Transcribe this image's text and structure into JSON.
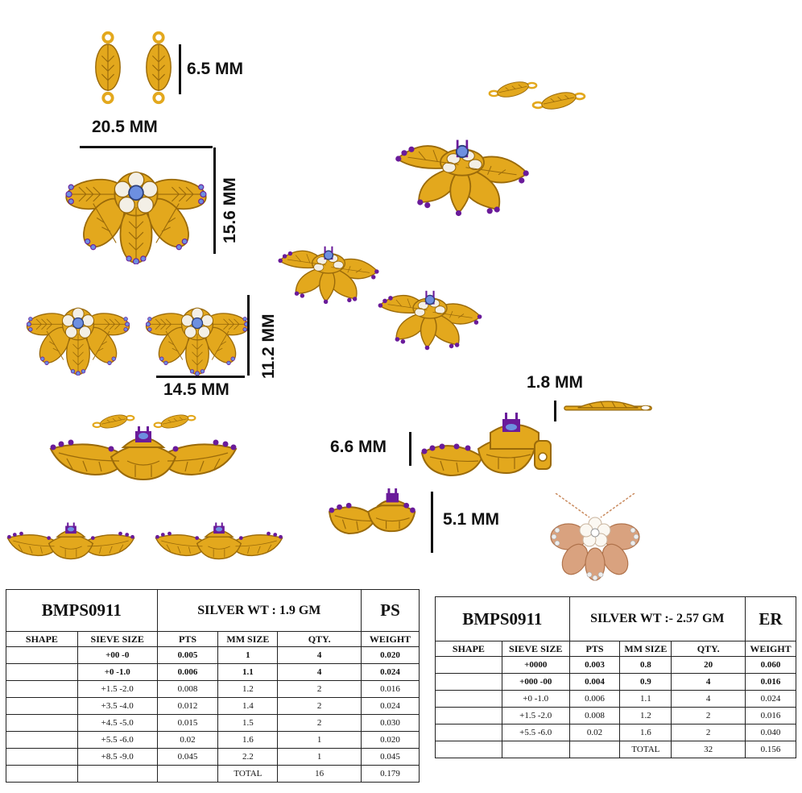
{
  "dimensions": {
    "d65": "6.5 MM",
    "d205": "20.5 MM",
    "d156": "15.6 MM",
    "d112": "11.2 MM",
    "d145": "14.5 MM",
    "d18": "1.8 MM",
    "d66": "6.6 MM",
    "d51": "5.1 MM"
  },
  "colors": {
    "gold": "#e3a81d",
    "gold_dark": "#9a6a0a",
    "purple": "#6a1b9a",
    "blue": "#6d8fe0",
    "pearl": "#f3efe6",
    "rose": "#d9a27f",
    "code_green": "#1e9b4a",
    "red": "#e01b1b"
  },
  "table_ps": {
    "code": "BMPS0911",
    "silver": "SILVER WT : 1.9 GM",
    "type": "PS",
    "headers": [
      "SHAPE",
      "SIEVE SIZE",
      "PTS",
      "MM SIZE",
      "QTY.",
      "WEIGHT"
    ],
    "rows": [
      [
        "",
        "+00 -0",
        "0.005",
        "1",
        "4",
        "0.020"
      ],
      [
        "",
        "+0 -1.0",
        "0.006",
        "1.1",
        "4",
        "0.024"
      ],
      [
        "",
        "+1.5 -2.0",
        "0.008",
        "1.2",
        "2",
        "0.016"
      ],
      [
        "",
        "+3.5 -4.0",
        "0.012",
        "1.4",
        "2",
        "0.024"
      ],
      [
        "",
        "+4.5 -5.0",
        "0.015",
        "1.5",
        "2",
        "0.030"
      ],
      [
        "",
        "+5.5 -6.0",
        "0.02",
        "1.6",
        "1",
        "0.020"
      ],
      [
        "",
        "+8.5 -9.0",
        "0.045",
        "2.2",
        "1",
        "0.045"
      ]
    ],
    "total": [
      "",
      "",
      "",
      "TOTAL",
      "16",
      "0.179"
    ]
  },
  "table_er": {
    "code": "BMPS0911",
    "silver": "SILVER WT :- 2.57 GM",
    "type": "ER",
    "headers": [
      "SHAPE",
      "SIEVE SIZE",
      "PTS",
      "MM SIZE",
      "QTY.",
      "WEIGHT"
    ],
    "rows": [
      [
        "",
        "+0000",
        "0.003",
        "0.8",
        "20",
        "0.060"
      ],
      [
        "",
        "+000 -00",
        "0.004",
        "0.9",
        "4",
        "0.016"
      ],
      [
        "",
        "+0 -1.0",
        "0.006",
        "1.1",
        "4",
        "0.024"
      ],
      [
        "",
        "+1.5 -2.0",
        "0.008",
        "1.2",
        "2",
        "0.016"
      ],
      [
        "",
        "+5.5 -6.0",
        "0.02",
        "1.6",
        "2",
        "0.040"
      ]
    ],
    "total": [
      "",
      "",
      "",
      "TOTAL",
      "32",
      "0.156"
    ]
  }
}
